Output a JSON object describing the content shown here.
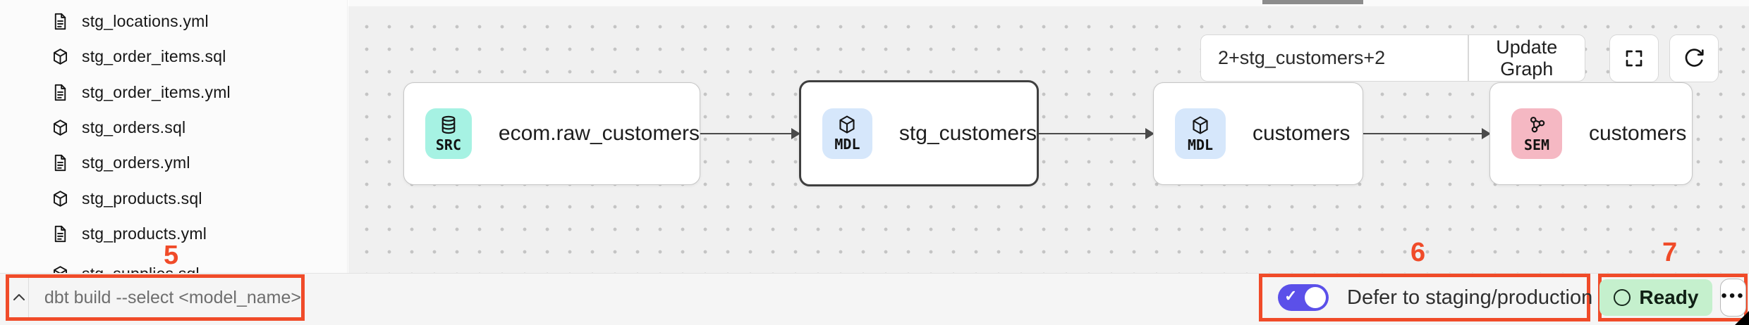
{
  "sidebar": {
    "files": [
      {
        "name": "stg_locations.yml",
        "icon": "document-icon"
      },
      {
        "name": "stg_order_items.sql",
        "icon": "model-cube-icon"
      },
      {
        "name": "stg_order_items.yml",
        "icon": "document-icon"
      },
      {
        "name": "stg_orders.sql",
        "icon": "model-cube-icon"
      },
      {
        "name": "stg_orders.yml",
        "icon": "document-icon"
      },
      {
        "name": "stg_products.sql",
        "icon": "model-cube-icon"
      },
      {
        "name": "stg_products.yml",
        "icon": "document-icon"
      },
      {
        "name": "stg_supplies.sql",
        "icon": "model-cube-icon"
      }
    ]
  },
  "graph": {
    "selector": {
      "value": "2+stg_customers+2",
      "update_label": "Update Graph"
    },
    "nodes": [
      {
        "badge": "SRC",
        "label": "ecom.raw_customers",
        "icon": "database-icon",
        "color": "#A6F2E3",
        "selected": false
      },
      {
        "badge": "MDL",
        "label": "stg_customers",
        "icon": "model-cube-icon",
        "color": "#D6E7FB",
        "selected": true
      },
      {
        "badge": "MDL",
        "label": "customers",
        "icon": "model-cube-icon",
        "color": "#D6E7FB",
        "selected": false
      },
      {
        "badge": "SEM",
        "label": "customers",
        "icon": "semantic-icon",
        "color": "#F5B8C3",
        "selected": false
      }
    ]
  },
  "command_bar": {
    "placeholder": "dbt build --select <model_name>"
  },
  "defer_toggle": {
    "label": "Defer to staging/production",
    "enabled": true,
    "color": "#5B50E9"
  },
  "status": {
    "label": "Ready",
    "color": "#C5F0CD"
  },
  "annotations": {
    "label_5": "5",
    "label_6": "6",
    "label_7": "7",
    "color": "#F04B29"
  }
}
